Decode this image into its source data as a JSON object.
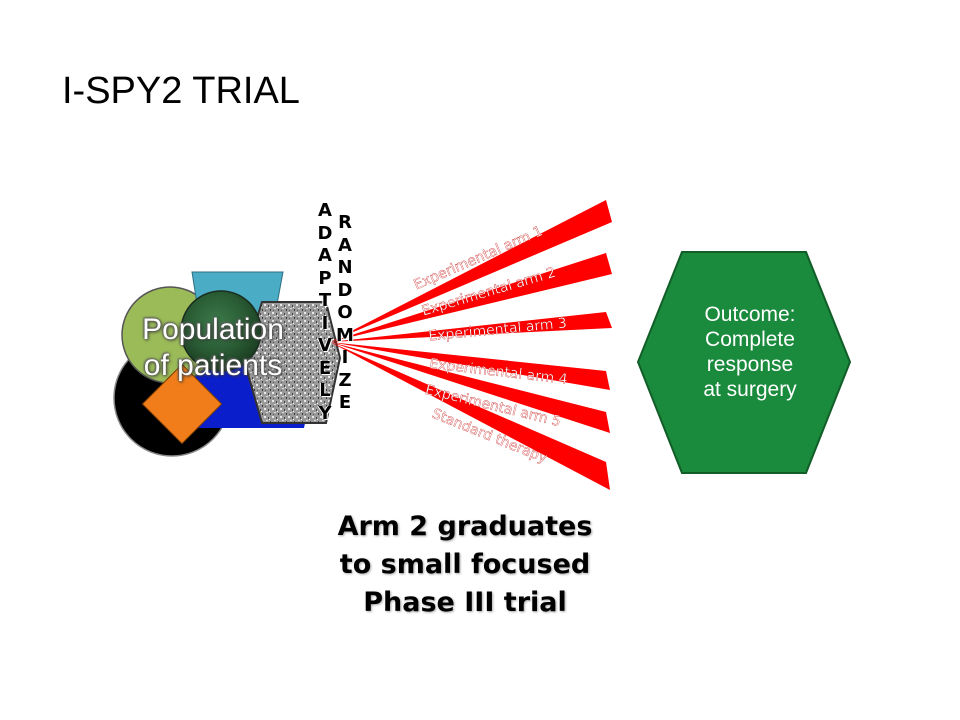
{
  "title": "I-SPY2 TRIAL",
  "population": {
    "line1": "Population",
    "line2": "of patients"
  },
  "adaptively": "ADAPTIVELY",
  "randomize": "RANDOMIZE",
  "arms": [
    {
      "label": "Experimental arm 1"
    },
    {
      "label": "Experimental arm 2"
    },
    {
      "label": "Experimental arm 3"
    },
    {
      "label": "Experimental arm 4"
    },
    {
      "label": "Experimental arm 5"
    },
    {
      "label": "Standard therapy"
    }
  ],
  "outcome": {
    "lines": [
      "Outcome:",
      "Complete",
      "response",
      "at surgery"
    ]
  },
  "note": {
    "lines": [
      "Arm 2 graduates",
      "to small focused",
      "Phase III trial"
    ]
  },
  "colors": {
    "arm_red": "#ff0000",
    "outcome_green": "#1a8a3c",
    "olive": "#9bbb59",
    "sky": "#4bacc6",
    "orange": "#f07d1a",
    "navy": "#0b1ecb"
  }
}
